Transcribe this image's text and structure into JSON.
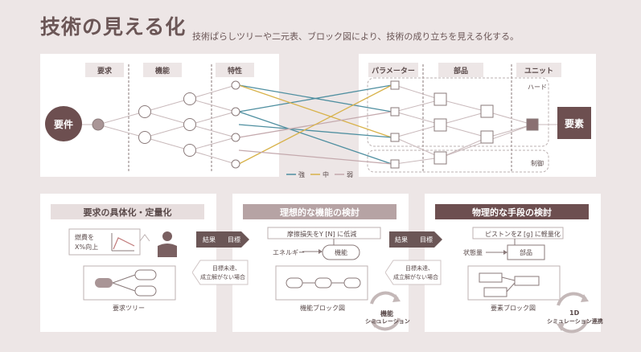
{
  "header": {
    "title": "技術の見える化",
    "subtitle": "技術ぱらしツリーや二元表、ブロック図により、技術の成り立ちを見える化する。"
  },
  "top": {
    "left_headers": [
      "要求",
      "機能",
      "特性"
    ],
    "right_headers": [
      "パラメーター",
      "部品",
      "ユニット"
    ],
    "requirement_label": "要件",
    "element_label": "要素",
    "group_labels": {
      "hard": "ハード",
      "control": "制御"
    },
    "legend": {
      "strong": "強",
      "medium": "中",
      "weak": "弱"
    },
    "colors": {
      "strong": "#4f8fa0",
      "medium": "#d8b24a",
      "weak": "#c4a9ad"
    }
  },
  "steps": [
    {
      "title": "要求の具体化・定量化",
      "bubble_line1": "燃費を",
      "bubble_line2": "X%向上",
      "caption": "要求ツリー"
    },
    {
      "title": "理想的な機能の検討",
      "callout": "摩擦損失をY [N] に低減",
      "input_label": "エネルギー",
      "box_label": "機能",
      "caption": "機能ブロック図",
      "sim_line1": "機能",
      "sim_line2": "シミュレーション"
    },
    {
      "title": "物理的な手段の検討",
      "callout": "ピストンをZ [g] に軽量化",
      "input_label": "状態量",
      "box_label": "部品",
      "caption": "要素ブロック図",
      "sim_line1": "1D",
      "sim_line2": "シミュレーション連携"
    }
  ],
  "arrows": {
    "forward_a": "結果",
    "forward_b": "目標",
    "back_line1": "目標未達、",
    "back_line2": "成立解がない場合"
  }
}
